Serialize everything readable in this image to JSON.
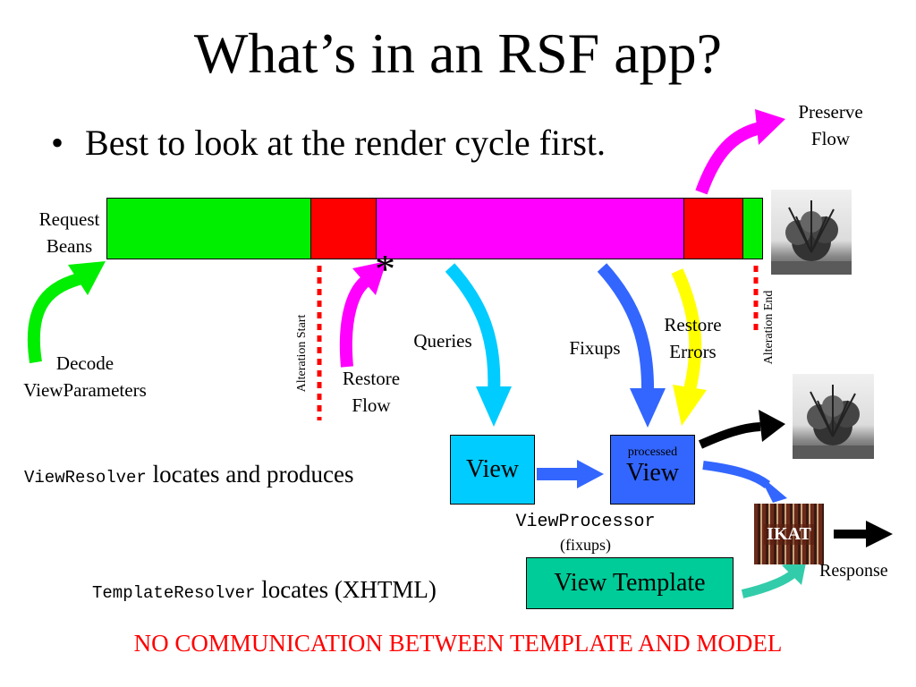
{
  "slide": {
    "title": "What’s in an RSF app?",
    "bullet_symbol": "•",
    "bullet": "Best to look at the render cycle first."
  },
  "render_bar": {
    "segments": [
      {
        "color": "#00ee00",
        "from": 0.0,
        "to": 0.31
      },
      {
        "color": "#ff0000",
        "from": 0.31,
        "to": 0.41
      },
      {
        "color": "#ff00ff",
        "from": 0.41,
        "to": 0.88
      },
      {
        "color": "#ff0000",
        "from": 0.88,
        "to": 0.97
      },
      {
        "color": "#00ee00",
        "from": 0.97,
        "to": 1.0
      }
    ]
  },
  "labels": {
    "request_beans": [
      "Request",
      "Beans"
    ],
    "decode_view_parameters": [
      "Decode",
      "ViewParameters"
    ],
    "alteration_start": "Alteration Start",
    "alteration_end": "Alteration End",
    "restore_flow": [
      "Restore",
      "Flow"
    ],
    "asterisk": "*",
    "queries": "Queries",
    "fixups": "Fixups",
    "restore_errors": [
      "Restore",
      "Errors"
    ],
    "preserve_flow": [
      "Preserve",
      "Flow"
    ],
    "view_resolver": "ViewResolver",
    "locates_and_produces": "locates and produces",
    "view_box": "View",
    "processed": "processed",
    "processed_view_box": "View",
    "view_processor": "ViewProcessor",
    "fixups_paren": "(fixups)",
    "template_resolver": "TemplateResolver",
    "locates_xhtml": "locates (XHTML)",
    "view_template": "View Template",
    "ikat": "IKAT",
    "response": "Response",
    "warning": "NO COMMUNICATION BETWEEN TEMPLATE AND MODEL"
  },
  "colors": {
    "green": "#00ee00",
    "magenta": "#ff00ff",
    "red": "#ff0000",
    "cyan": "#00ccff",
    "blue": "#3366ff",
    "yellow": "#ffff00",
    "teal_arrow": "#33ccaa",
    "view_box": "#00ccff",
    "processed_view_box": "#3366ff",
    "template_box": "#00cc99",
    "warning_text": "#ff0000"
  },
  "icons": [
    "explosion-image",
    "ikat-logo"
  ]
}
